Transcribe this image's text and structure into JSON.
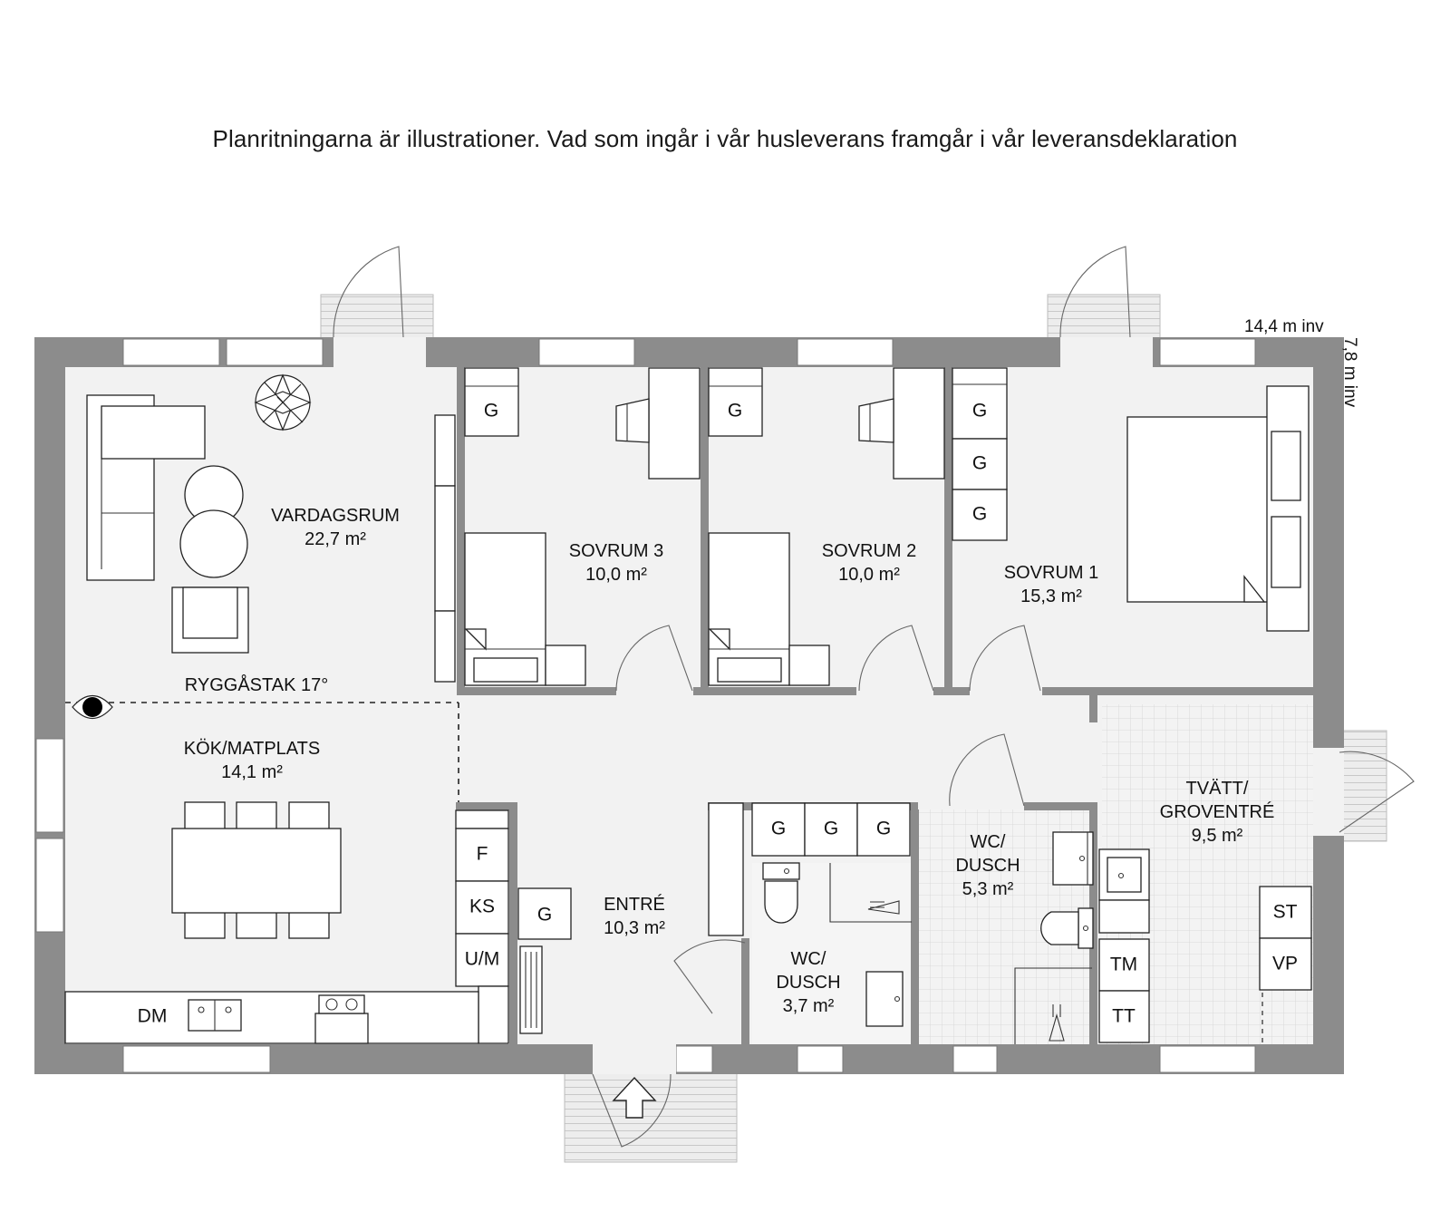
{
  "disclaimer": "Planritningarna är illustrationer. Vad som ingår i vår husleverans framgår i vår leveransdeklaration",
  "dimensions": {
    "width": "14,4 m inv",
    "depth": "7,8 m inv"
  },
  "roof": "RYGGÅSTAK 17°",
  "rooms": {
    "vardagsrum": {
      "name": "VARDAGSRUM",
      "area": "22,7 m²"
    },
    "sovrum3": {
      "name": "SOVRUM 3",
      "area": "10,0 m²"
    },
    "sovrum2": {
      "name": "SOVRUM 2",
      "area": "10,0 m²"
    },
    "sovrum1": {
      "name": "SOVRUM 1",
      "area": "15,3 m²"
    },
    "kok": {
      "name": "KÖK/MATPLATS",
      "area": "14,1 m²"
    },
    "entre": {
      "name": "ENTRÉ",
      "area": "10,3 m²"
    },
    "wc_dusch_small": {
      "name_line1": "WC/",
      "name_line2": "DUSCH",
      "area": "3,7 m²"
    },
    "wc_dusch_large": {
      "name_line1": "WC/",
      "name_line2": "DUSCH",
      "area": "5,3 m²"
    },
    "tvatt": {
      "name_line1": "TVÄTT/",
      "name_line2": "GROVENTRÉ",
      "area": "9,5 m²"
    }
  },
  "fixtures": {
    "wardrobe": "G",
    "fridge": "F",
    "fridge_freezer": "KS",
    "oven_micro": "U/M",
    "dishwasher": "DM",
    "washer": "TM",
    "dryer": "TT",
    "drying_cabinet": "ST",
    "heat_pump": "VP"
  }
}
